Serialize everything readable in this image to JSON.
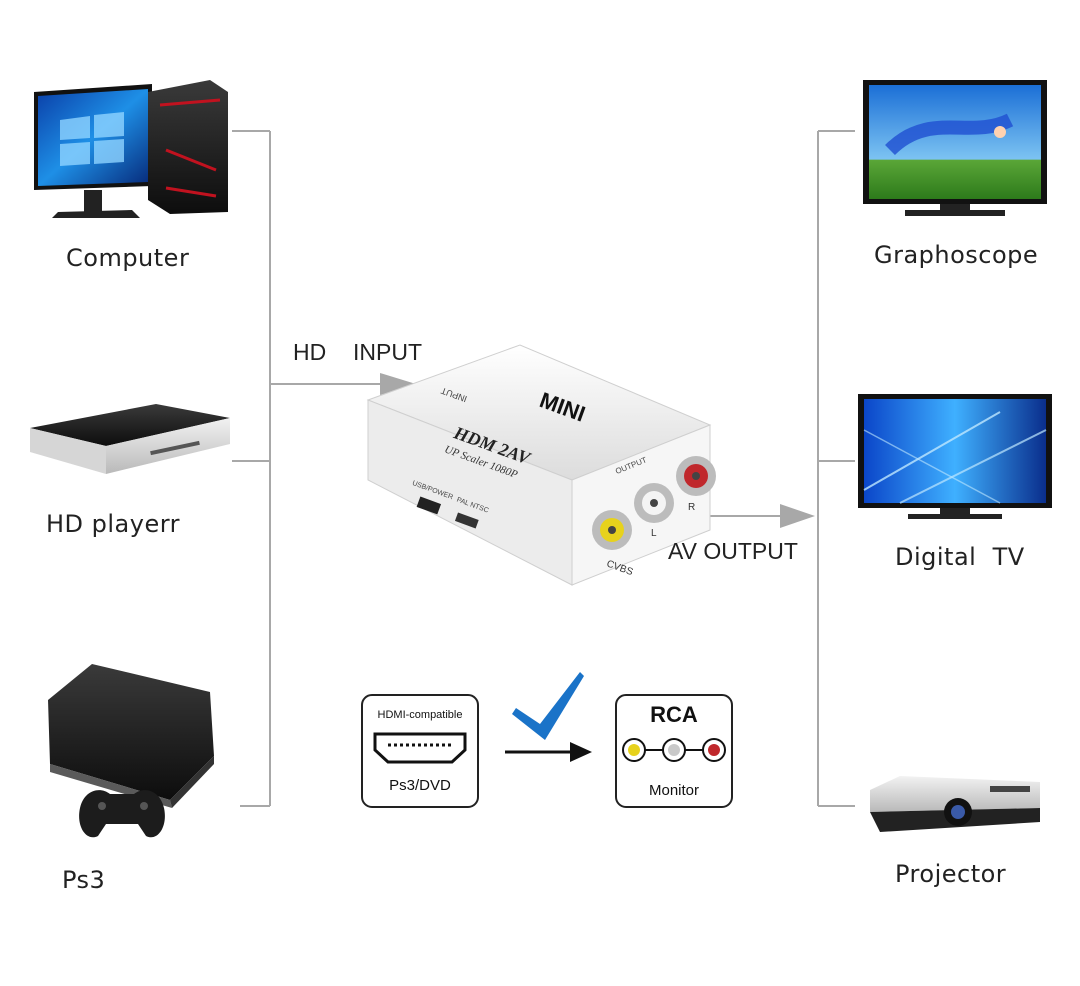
{
  "sources": [
    {
      "label": "Computer",
      "icon": "desktop-computer-icon"
    },
    {
      "label": "HD playerr",
      "icon": "hd-player-icon"
    },
    {
      "label": "Ps3",
      "icon": "game-console-icon"
    }
  ],
  "outputs": [
    {
      "label": "Graphoscope",
      "icon": "widescreen-tv-icon"
    },
    {
      "label": "Digital  TV",
      "icon": "digital-tv-icon"
    },
    {
      "label": "Projector",
      "icon": "projector-icon"
    }
  ],
  "flow": {
    "input_label_hd": "HD",
    "input_label_input": "INPUT",
    "output_label": "AV OUTPUT"
  },
  "device": {
    "brand": "MINI",
    "model": "HDM 2AV",
    "subtitle": "UP Scaler 1080P",
    "input_port": "INPUT",
    "output_port": "OUTPUT",
    "usb_label": "USB/POWER",
    "switch_label": "PAL NTSC",
    "cvbs_label": "CVBS",
    "l_label": "L",
    "r_label": "R"
  },
  "conversion": {
    "source_title": "HDMI-compatible",
    "source_caption": "Ps3/DVD",
    "target_title": "RCA",
    "target_caption": "Monitor"
  },
  "colors": {
    "line": "#a8a8a8",
    "check": "#1a73c8",
    "rca_yellow": "#e7d21c",
    "rca_white": "#c9c9c9",
    "rca_red": "#c0282c"
  }
}
